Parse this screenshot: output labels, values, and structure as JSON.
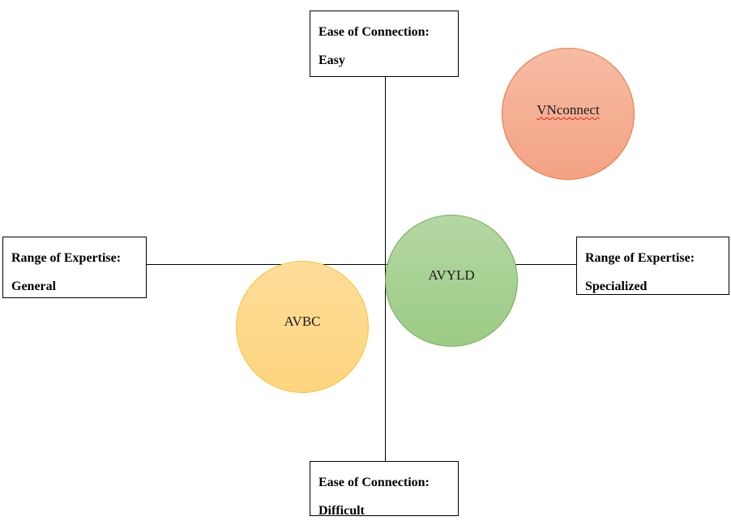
{
  "axes": {
    "top": {
      "title": "Ease of Connection:",
      "value": "Easy"
    },
    "bottom": {
      "title": "Ease of Connection:",
      "value": "Difficult"
    },
    "left": {
      "title": "Range of Expertise:",
      "value": "General"
    },
    "right": {
      "title": "Range of Expertise:",
      "value": "Specialized"
    }
  },
  "bubbles": {
    "vnconnect": {
      "label": "VNconnect",
      "color": "#f4a283"
    },
    "avyld": {
      "label": "AVYLD",
      "color": "#9ccb84"
    },
    "avbc": {
      "label": "AVBC",
      "color": "#fdd57f"
    }
  },
  "colors": {
    "line": "#000000",
    "spellcheck_underline": "#e0261b"
  }
}
